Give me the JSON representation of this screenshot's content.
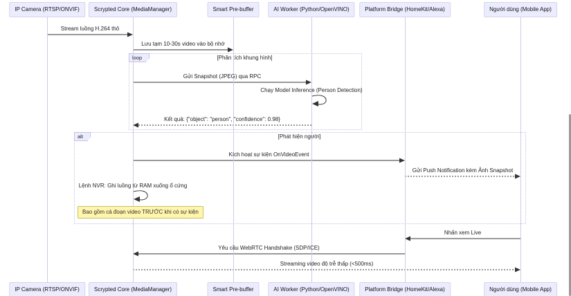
{
  "diagram": {
    "participants": [
      {
        "id": "ip-camera",
        "label": "IP Camera (RTSP/ONVIF)"
      },
      {
        "id": "scrypted-core",
        "label": "Scrypted Core (MediaManager)"
      },
      {
        "id": "smart-pre-buffer",
        "label": "Smart Pre-buffer"
      },
      {
        "id": "ai-worker",
        "label": "AI Worker (Python/OpenVINO)"
      },
      {
        "id": "platform-bridge",
        "label": "Platform Bridge (HomeKit/Alexa)"
      },
      {
        "id": "mobile-user",
        "label": "Người dùng (Mobile App)"
      }
    ],
    "fragments": [
      {
        "type": "loop",
        "condition": "[Phân tích khung hình]"
      },
      {
        "type": "alt",
        "condition": "[Phát hiện người]"
      }
    ],
    "messages": [
      {
        "from": "ip-camera",
        "to": "scrypted-core",
        "style": "solid",
        "text": "Stream luồng H.264 thô"
      },
      {
        "from": "scrypted-core",
        "to": "smart-pre-buffer",
        "style": "solid",
        "text": "Lưu tạm 10-30s video vào bộ nhớ"
      },
      {
        "from": "scrypted-core",
        "to": "ai-worker",
        "style": "solid",
        "text": "Gửi Snapshot (JPEG) qua RPC"
      },
      {
        "from": "ai-worker",
        "to": "ai-worker",
        "style": "self",
        "text": "Chạy Model Inference (Person Detection)"
      },
      {
        "from": "ai-worker",
        "to": "scrypted-core",
        "style": "dashed",
        "text": "Kết quả: {\"object\": \"person\", \"confidence\": 0.98}"
      },
      {
        "from": "scrypted-core",
        "to": "platform-bridge",
        "style": "solid",
        "text": "Kích hoạt sự kiện OnVideoEvent"
      },
      {
        "from": "platform-bridge",
        "to": "mobile-user",
        "style": "dashed",
        "text": "Gửi Push Notification kèm Ảnh Snapshot"
      },
      {
        "from": "scrypted-core",
        "to": "scrypted-core",
        "style": "self",
        "text": "Lệnh NVR: Ghi luồng từ RAM xuống ổ cứng"
      },
      {
        "from": "mobile-user",
        "to": "platform-bridge",
        "style": "solid",
        "text": "Nhấn xem Live"
      },
      {
        "from": "platform-bridge",
        "to": "scrypted-core",
        "style": "solid",
        "text": "Yêu cầu WebRTC Handshake (SDP/ICE)"
      },
      {
        "from": "scrypted-core",
        "to": "mobile-user",
        "style": "dashed",
        "text": "Streaming video độ trễ thấp (<500ms)"
      }
    ],
    "note": {
      "text": "Bao gồm cả đoạn video TRƯỚC khi có sự kiện"
    },
    "colors": {
      "participant_fill": "#ECECFF",
      "participant_border": "#D6D4EC",
      "lifeline": "#CECBE6",
      "fragment_border": "#C5C2E0",
      "note_fill": "#FFF5AD",
      "note_border": "#C9C264",
      "arrow": "#333333"
    }
  }
}
